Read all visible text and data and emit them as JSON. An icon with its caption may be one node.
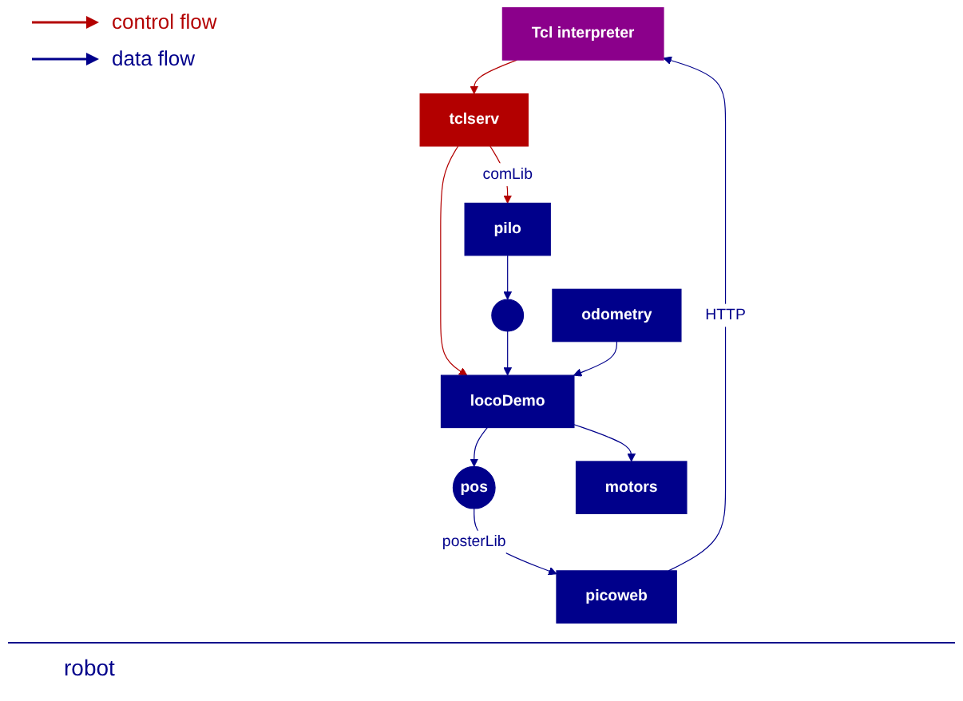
{
  "diagram": {
    "nodes": [
      {
        "text": [
          "Tcl interpreter"
        ]
      },
      {
        "text": [
          "tclserv"
        ]
      },
      {
        "text": [
          "picoweb"
        ]
      },
      {
        "text": [
          "pilo"
        ]
      },
      {
        "text": [],
        "shape": "circle"
      },
      {
        "text": [
          "locoDemo"
        ]
      },
      {
        "text": [
          "pos"
        ]
      },
      {
        "text": [
          "motors"
        ]
      },
      {
        "text": [
          "odometry"
        ]
      }
    ],
    "edges": [
      {
        "from": 0,
        "to": 1,
        "arrow": "to",
        "color": "#b30000"
      },
      {
        "from": 2,
        "to": 0,
        "arrow": "to",
        "label": "HTTP"
      },
      {
        "from": 1,
        "to": 3,
        "arrow": "to",
        "label": "comLib",
        "color": "#b30000"
      },
      {
        "from": 1,
        "to": 5,
        "arrow": "to",
        "color": "#b30000"
      },
      {
        "from": 6,
        "to": 2,
        "arrow": "to",
        "label": "posterLib"
      },
      {
        "from": 3,
        "to": 4,
        "arrow": "to"
      },
      {
        "from": 4,
        "to": 5,
        "arrow": "to"
      },
      {
        "from": 5,
        "to": 6,
        "arrow": "to"
      },
      {
        "from": 5,
        "to": 7,
        "arrow": "to"
      },
      {
        "from": 8,
        "to": 5,
        "arrow": "to"
      }
    ],
    "labels": [
      "robot"
    ],
    "legend": [
      {
        "text": "control flow"
      },
      {
        "text": "data flow"
      }
    ]
  }
}
